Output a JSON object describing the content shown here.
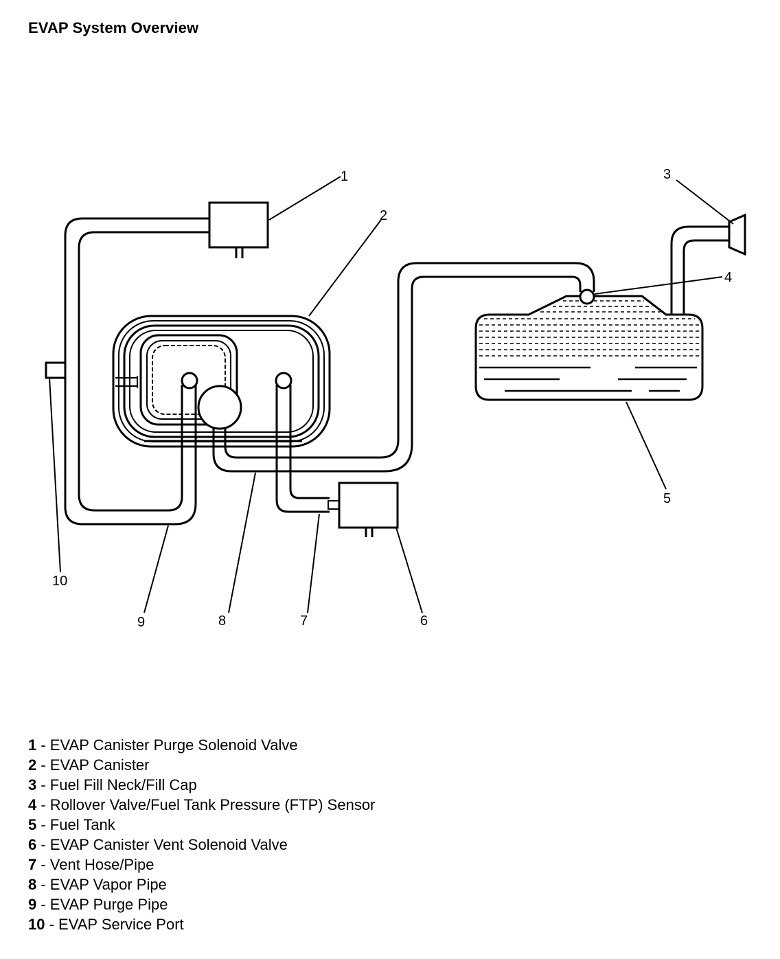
{
  "title": "EVAP System Overview",
  "callouts": [
    "1",
    "2",
    "3",
    "4",
    "5",
    "6",
    "7",
    "8",
    "9",
    "10"
  ],
  "legend": [
    {
      "number": "1",
      "text": " - EVAP Canister Purge Solenoid Valve"
    },
    {
      "number": "2",
      "text": " - EVAP Canister"
    },
    {
      "number": "3",
      "text": " - Fuel Fill Neck/Fill Cap"
    },
    {
      "number": "4",
      "text": " - Rollover Valve/Fuel Tank Pressure (FTP) Sensor"
    },
    {
      "number": "5",
      "text": " - Fuel Tank"
    },
    {
      "number": "6",
      "text": " - EVAP Canister Vent Solenoid Valve"
    },
    {
      "number": "7",
      "text": " - Vent Hose/Pipe"
    },
    {
      "number": "8",
      "text": " - EVAP Vapor Pipe"
    },
    {
      "number": "9",
      "text": " - EVAP Purge Pipe"
    },
    {
      "number": "10",
      "text": " - EVAP Service Port"
    }
  ]
}
